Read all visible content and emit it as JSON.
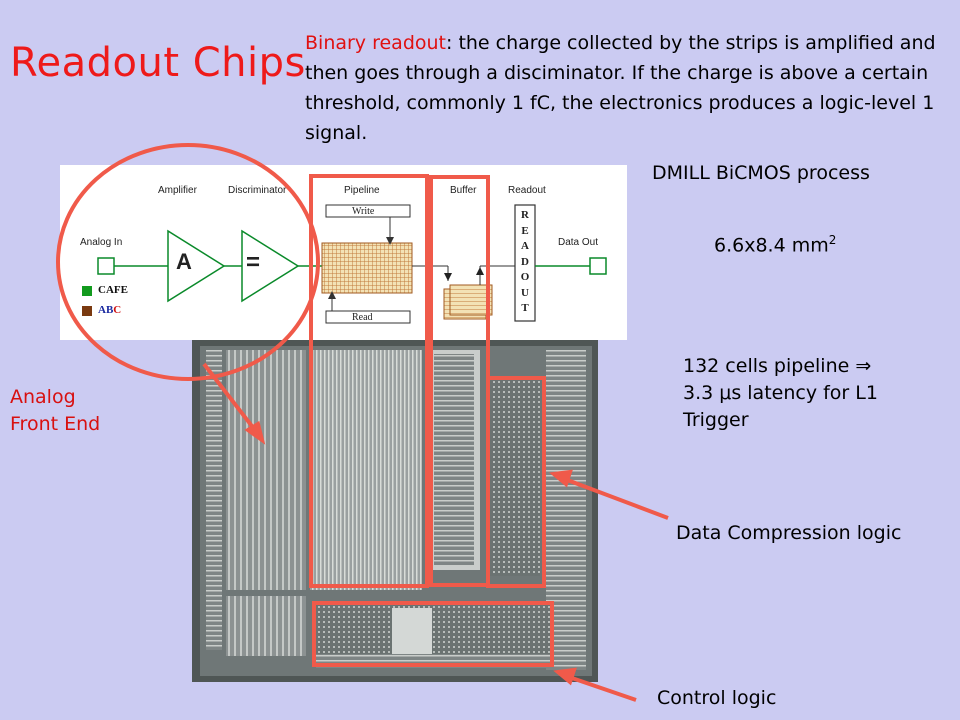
{
  "title": "Readout Chips",
  "intro": {
    "highlight": "Binary readout",
    "rest": ": the charge collected by the strips is amplified and then goes through a disciminator. If the charge is above a certain threshold, commonly 1 fC, the electronics produces a logic-level 1 signal."
  },
  "process": "DMILL BiCMOS process",
  "size": {
    "value": "6.6x8.4 mm",
    "exp": "2"
  },
  "pipeline_note": {
    "line1": "132 cells pipeline",
    "arrow": "⇒",
    "line2": "3.3 μs latency for L1",
    "line3": "Trigger"
  },
  "analog_label": {
    "line1": "Analog",
    "line2": "Front End"
  },
  "data_compression_label": "Data Compression logic",
  "control_label": "Control logic",
  "block_diagram": {
    "headers": {
      "amplifier": "Amplifier",
      "discriminator": "Discriminator",
      "pipeline": "Pipeline",
      "buffer": "Buffer",
      "readout": "Readout"
    },
    "analog_in": "Analog In",
    "data_out": "Data Out",
    "amp_symbol": "A",
    "disc_symbol": "=",
    "write": "Write",
    "read": "Read",
    "readout_letters": [
      "R",
      "E",
      "A",
      "D",
      "O",
      "U",
      "T"
    ],
    "legend": [
      {
        "label": "CAFE",
        "color": "#129a1e"
      },
      {
        "label": "ABC",
        "color": "#7a3a10",
        "highlight": "C",
        "highlight_color": "#d01010"
      }
    ]
  },
  "colors": {
    "accent_red": "#ee1a1a",
    "box_red": "#f05a4a",
    "bg": "#cbcbf2"
  }
}
